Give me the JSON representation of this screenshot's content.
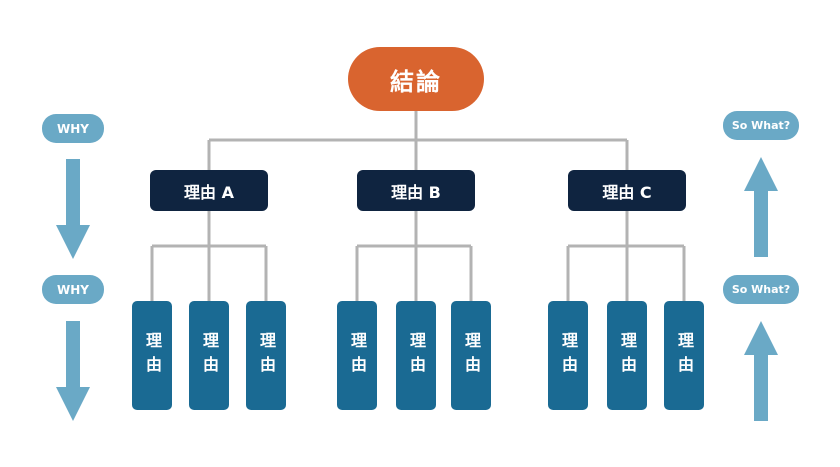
{
  "conclusion": {
    "label": "結論"
  },
  "reasons": [
    {
      "label": "理由 A",
      "leaves": [
        "理由",
        "理由",
        "理由"
      ]
    },
    {
      "label": "理由 B",
      "leaves": [
        "理由",
        "理由",
        "理由"
      ]
    },
    {
      "label": "理由 C",
      "leaves": [
        "理由",
        "理由",
        "理由"
      ]
    }
  ],
  "left_side": {
    "top_label": "WHY",
    "bottom_label": "WHY",
    "arrow_direction": "down"
  },
  "right_side": {
    "top_label": "So What?",
    "bottom_label": "So What?",
    "arrow_direction": "up"
  },
  "colors": {
    "conclusion": "#d9642f",
    "reason": "#0f2440",
    "leaf": "#1a6a93",
    "pill": "#6aa9c6",
    "arrow": "#6aa9c6",
    "connector": "#b3b3b3"
  }
}
